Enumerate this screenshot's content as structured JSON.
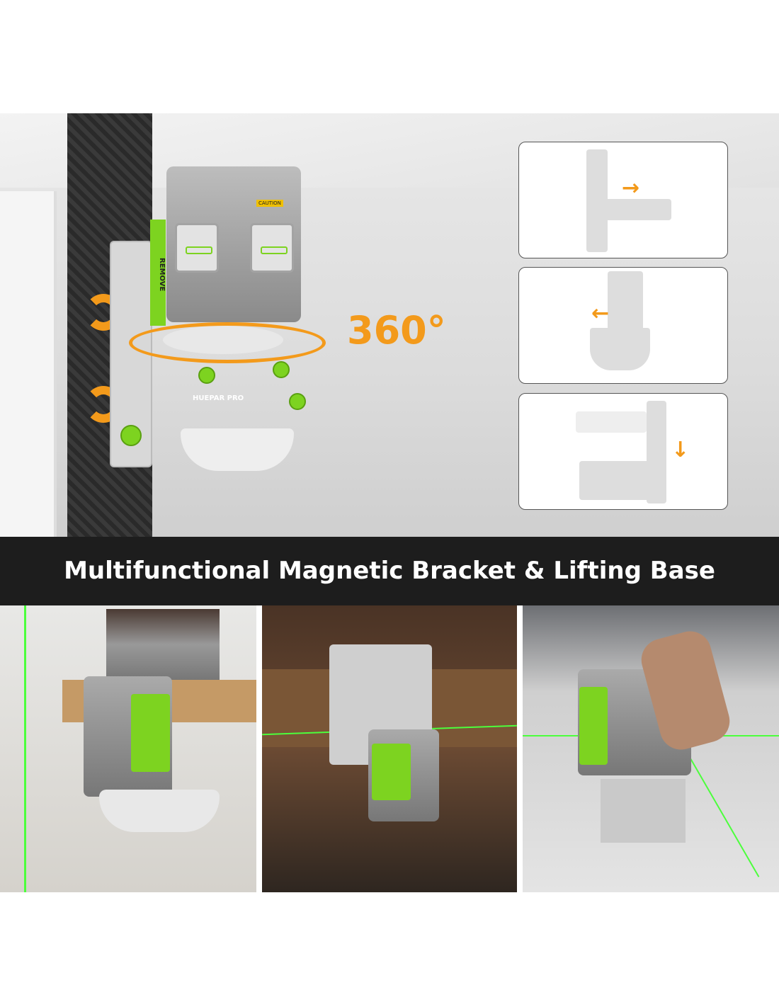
{
  "hero": {
    "rotation_label": "360°",
    "device_side_label": "REMOVE",
    "device_warning_label": "CAUTION",
    "brand_logo": "HUEPAR PRO"
  },
  "insets": [
    {
      "name": "slide-horizontal",
      "arrow": "→"
    },
    {
      "name": "slide-left",
      "arrow": "←"
    },
    {
      "name": "lift-down",
      "arrow": "↓"
    }
  ],
  "banner": {
    "title": "Multifunctional Magnetic Bracket & Lifting Base"
  },
  "photos": [
    {
      "name": "table-edge-mount"
    },
    {
      "name": "beam-mount"
    },
    {
      "name": "floor-lifting-base"
    }
  ],
  "colors": {
    "accent_orange": "#f39a1b",
    "accent_green": "#7dd320",
    "banner_bg": "#1d1d1d"
  }
}
